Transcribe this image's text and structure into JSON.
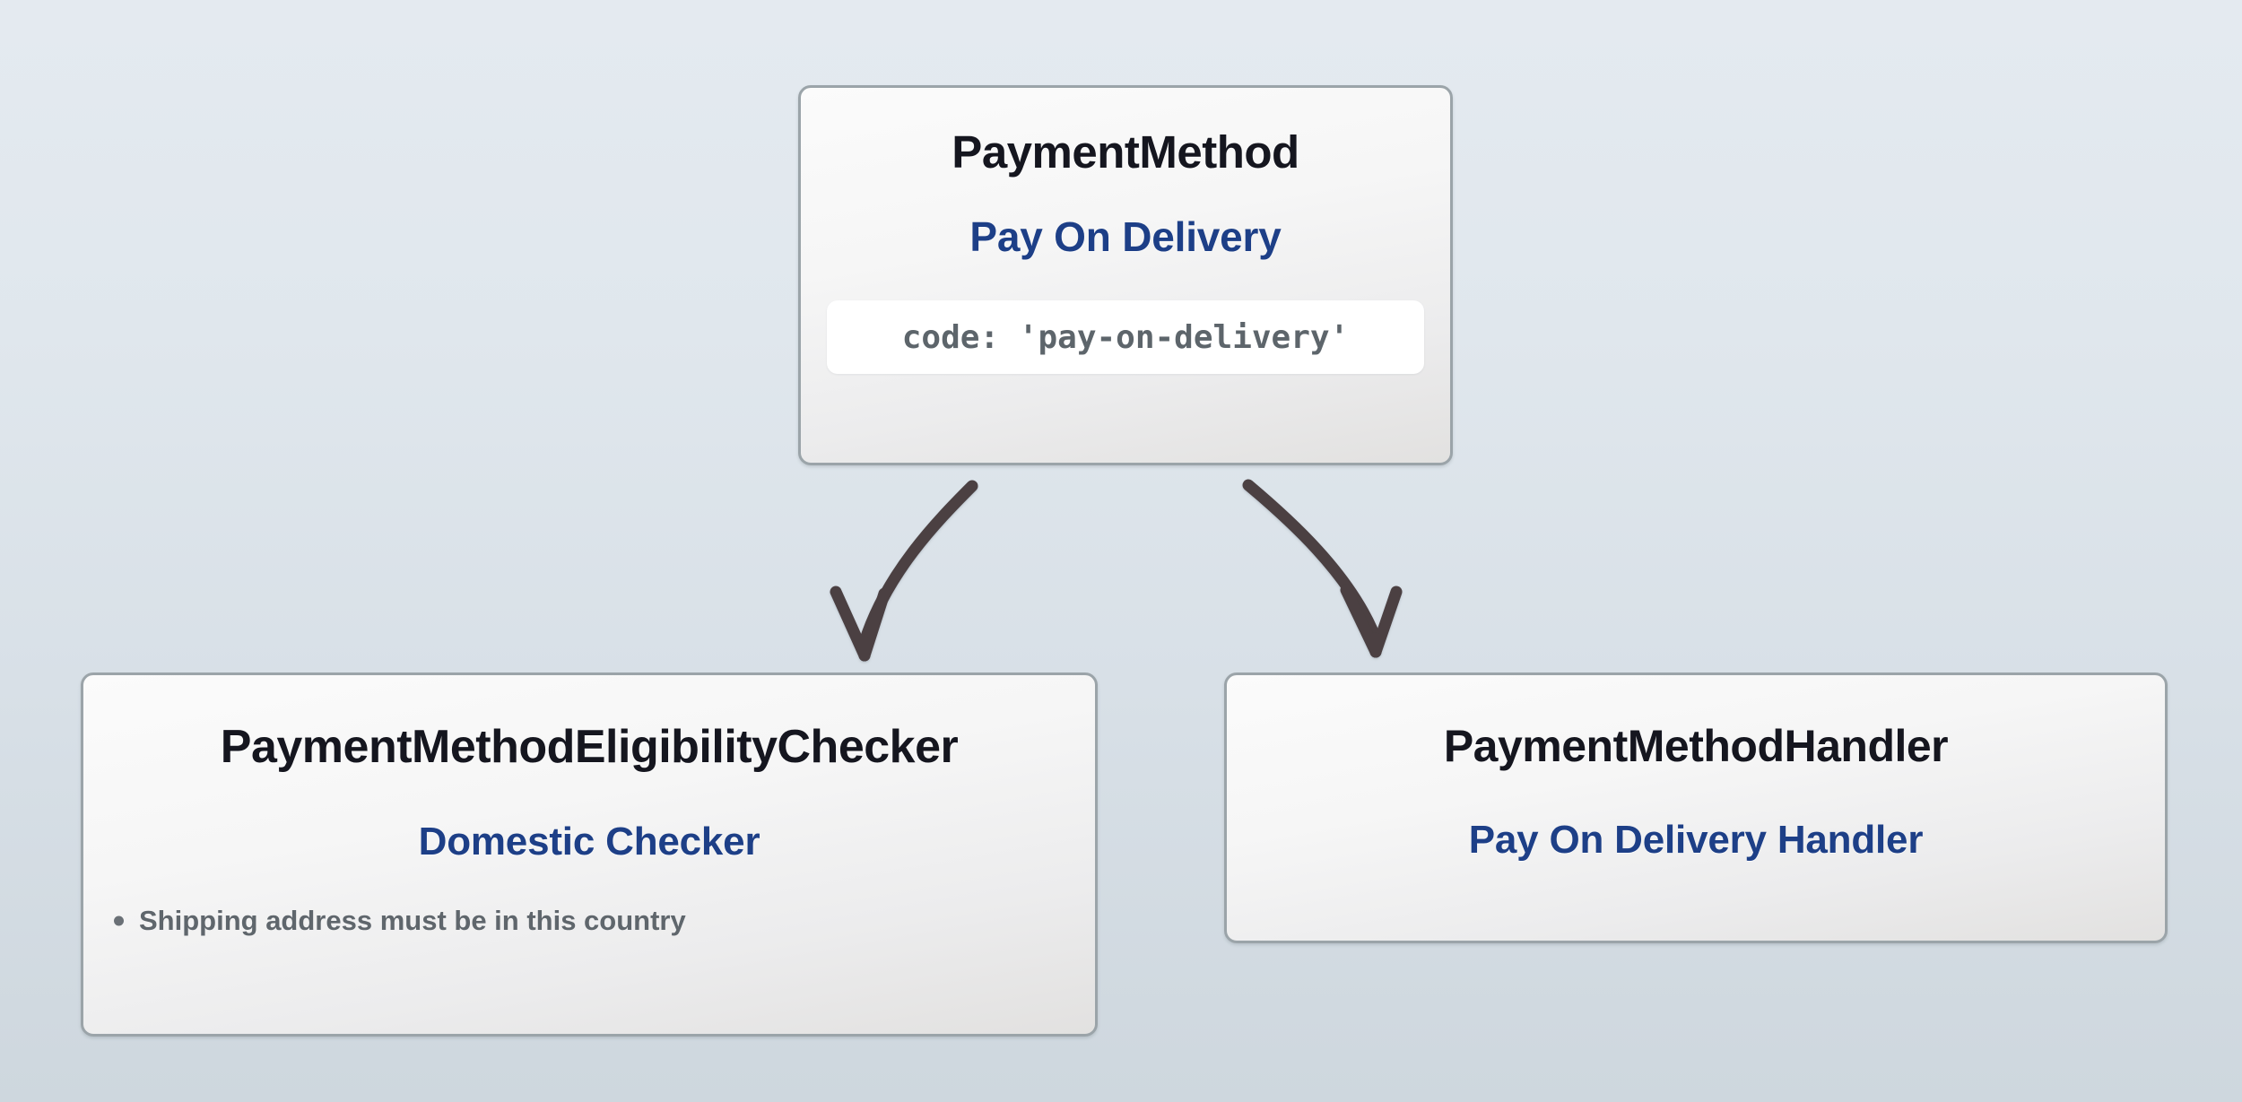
{
  "diagram": {
    "background_top_color": "#e4eaf0",
    "background_bottom_color": "#ced7de",
    "node_border_color": "#9ba4a9",
    "title_color": "#15161f",
    "subtitle_color": "#1d3f87",
    "code_text_color": "#5d656b",
    "bullet_text_color": "#5f666c",
    "arrow_color": "#4b4042"
  },
  "nodes": {
    "payment_method": {
      "title": "PaymentMethod",
      "subtitle": "Pay On Delivery",
      "code": "code: 'pay-on-delivery'"
    },
    "eligibility_checker": {
      "title": "PaymentMethodEligibilityChecker",
      "subtitle": "Domestic Checker",
      "bullets": [
        "Shipping address must be in this country"
      ]
    },
    "payment_handler": {
      "title": "PaymentMethodHandler",
      "subtitle": "Pay On Delivery Handler"
    }
  },
  "edges": [
    {
      "name": "payment-method-to-eligibility-checker",
      "from": "payment_method",
      "to": "eligibility_checker"
    },
    {
      "name": "payment-method-to-payment-handler",
      "from": "payment_method",
      "to": "payment_handler"
    }
  ]
}
